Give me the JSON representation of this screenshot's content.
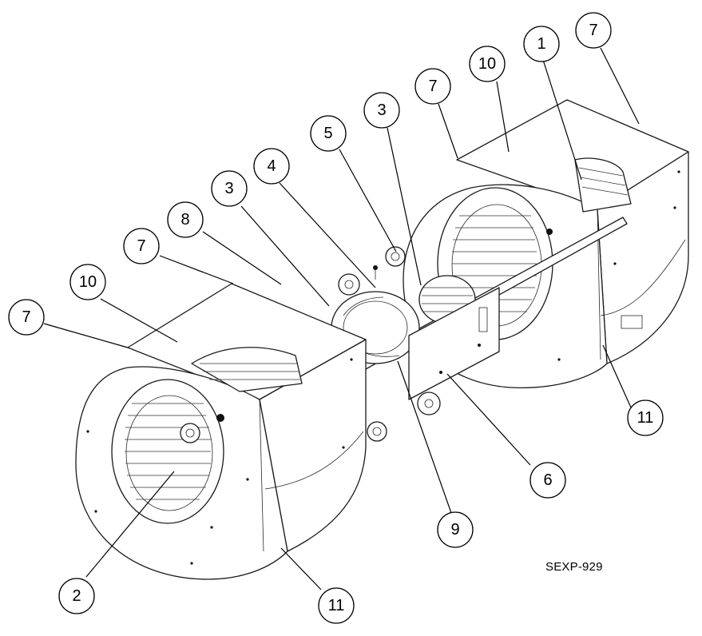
{
  "diagram": {
    "reference_code": "SEXP-929",
    "callouts": [
      {
        "id": "c1",
        "label": "1"
      },
      {
        "id": "c2",
        "label": "2"
      },
      {
        "id": "c3a",
        "label": "3"
      },
      {
        "id": "c3b",
        "label": "3"
      },
      {
        "id": "c4",
        "label": "4"
      },
      {
        "id": "c5",
        "label": "5"
      },
      {
        "id": "c6",
        "label": "6"
      },
      {
        "id": "c7a",
        "label": "7"
      },
      {
        "id": "c7b",
        "label": "7"
      },
      {
        "id": "c7c",
        "label": "7"
      },
      {
        "id": "c7d",
        "label": "7"
      },
      {
        "id": "c8",
        "label": "8"
      },
      {
        "id": "c9",
        "label": "9"
      },
      {
        "id": "c10a",
        "label": "10"
      },
      {
        "id": "c10b",
        "label": "10"
      },
      {
        "id": "c11a",
        "label": "11"
      },
      {
        "id": "c11b",
        "label": "11"
      }
    ]
  }
}
